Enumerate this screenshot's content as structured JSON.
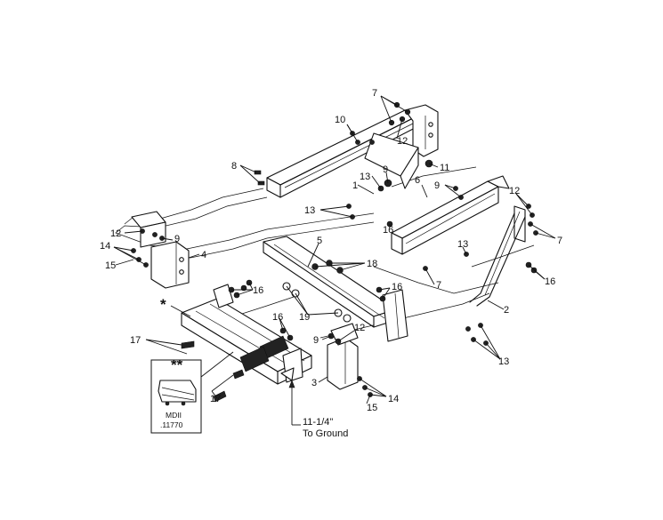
{
  "callouts": {
    "c1": "1",
    "c2": "2",
    "c3": "3",
    "c4": "4",
    "c5": "5",
    "c6": "6",
    "c7a": "7",
    "c7b": "7",
    "c7c": "7",
    "c8": "8",
    "c9a": "9",
    "c9b": "9",
    "c9c": "9",
    "c9d": "9",
    "c10": "10",
    "c11": "11",
    "c12a": "12",
    "c12b": "12",
    "c12c": "12",
    "c12d": "12",
    "c13a": "13",
    "c13b": "13",
    "c13c": "13",
    "c13d": "13",
    "c14a": "14",
    "c14b": "14",
    "c15a": "15",
    "c15b": "15",
    "c16a": "16",
    "c16b": "16",
    "c16c": "16",
    "c16d": "16",
    "c16e": "16",
    "c17a": "17",
    "c17b": "17",
    "c18": "18",
    "c19": "19"
  },
  "markers": {
    "single": "*",
    "double": "**"
  },
  "dimension": {
    "value": "11-1/4\"",
    "text": "To Ground"
  },
  "inset": {
    "model": "MDII",
    "part_number": ".11770"
  }
}
